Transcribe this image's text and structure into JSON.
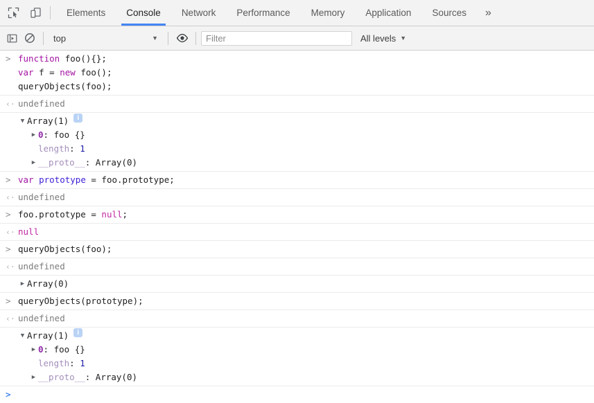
{
  "window": {
    "title": "Chrome DevTools - Console"
  },
  "toolbar_icons": {
    "inspect": "inspect-element-icon",
    "device": "device-toolbar-icon"
  },
  "tabs": [
    {
      "label": "Elements",
      "active": false
    },
    {
      "label": "Console",
      "active": true
    },
    {
      "label": "Network",
      "active": false
    },
    {
      "label": "Performance",
      "active": false
    },
    {
      "label": "Memory",
      "active": false
    },
    {
      "label": "Application",
      "active": false
    },
    {
      "label": "Sources",
      "active": false
    }
  ],
  "tab_overflow_label": "»",
  "console_toolbar": {
    "sidebar_toggle_icon": "console-sidebar-toggle-icon",
    "clear_icon": "clear-console-icon",
    "context_value": "top",
    "context_caret": "▼",
    "eye_icon": "live-expression-eye-icon",
    "filter_placeholder": "Filter",
    "filter_value": "",
    "levels_label": "All levels",
    "levels_caret": "▼"
  },
  "colors": {
    "accent": "#4285f4",
    "toolbar_bg": "#f3f3f3",
    "border": "#cdcdcd",
    "row_divider": "#ebebeb",
    "keyword": "#a314a3",
    "declared": "#3b1fd8",
    "null": "#c026a3",
    "number": "#1a1aa6",
    "property": "#a48fbb",
    "index": "#8f27a8",
    "info_badge": "#b9d3f5",
    "prompt_blue": "#4285f4"
  },
  "glyphs": {
    "input_prompt": ">",
    "output_prompt": "‹·",
    "triangle_expanded": "▼",
    "triangle_collapsed": "▶",
    "info": "i"
  },
  "console": {
    "entries": [
      {
        "type": "input-multiline",
        "lines": [
          [
            {
              "t": "function",
              "c": "kw"
            },
            {
              "t": " foo()",
              "c": "plain"
            },
            {
              "t": "{};",
              "c": "plain"
            }
          ],
          [
            {
              "t": "var",
              "c": "kw"
            },
            {
              "t": " f ",
              "c": "plain"
            },
            {
              "t": "=",
              "c": "plain"
            },
            {
              "t": " ",
              "c": "plain"
            },
            {
              "t": "new",
              "c": "kw"
            },
            {
              "t": " foo();",
              "c": "plain"
            }
          ],
          [
            {
              "t": "queryObjects(foo);",
              "c": "plain"
            }
          ]
        ]
      },
      {
        "type": "output",
        "text": "undefined"
      },
      {
        "type": "object-tree",
        "header": {
          "triangle": "▼",
          "label": "Array(1)",
          "badge": "i"
        },
        "rows": [
          {
            "indent": 1,
            "triangle": "▶",
            "parts": [
              {
                "t": "0",
                "c": "idx"
              },
              {
                "t": ": ",
                "c": "plain"
              },
              {
                "t": "foo {}",
                "c": "plain"
              }
            ]
          },
          {
            "indent": 1,
            "triangle": "",
            "parts": [
              {
                "t": "length",
                "c": "propname"
              },
              {
                "t": ": ",
                "c": "plain"
              },
              {
                "t": "1",
                "c": "num"
              }
            ]
          },
          {
            "indent": 1,
            "triangle": "▶",
            "parts": [
              {
                "t": "__proto__",
                "c": "propname"
              },
              {
                "t": ": ",
                "c": "plain"
              },
              {
                "t": "Array(0)",
                "c": "plain"
              }
            ]
          }
        ]
      },
      {
        "type": "input",
        "parts": [
          {
            "t": "var",
            "c": "kw"
          },
          {
            "t": " ",
            "c": "plain"
          },
          {
            "t": "prototype",
            "c": "kw-blue"
          },
          {
            "t": " = foo.prototype;",
            "c": "plain"
          }
        ]
      },
      {
        "type": "output",
        "text": "undefined"
      },
      {
        "type": "input",
        "parts": [
          {
            "t": "foo.prototype = ",
            "c": "plain"
          },
          {
            "t": "null",
            "c": "nullval"
          },
          {
            "t": ";",
            "c": "plain"
          }
        ]
      },
      {
        "type": "output-value",
        "parts": [
          {
            "t": "null",
            "c": "nullval"
          }
        ]
      },
      {
        "type": "input",
        "parts": [
          {
            "t": "queryObjects(foo);",
            "c": "plain"
          }
        ]
      },
      {
        "type": "output",
        "text": "undefined"
      },
      {
        "type": "object-tree",
        "header": {
          "triangle": "▶",
          "label": "Array(0)",
          "badge": ""
        },
        "rows": []
      },
      {
        "type": "input",
        "parts": [
          {
            "t": "queryObjects(prototype);",
            "c": "plain"
          }
        ]
      },
      {
        "type": "output",
        "text": "undefined"
      },
      {
        "type": "object-tree",
        "header": {
          "triangle": "▼",
          "label": "Array(1)",
          "badge": "i"
        },
        "rows": [
          {
            "indent": 1,
            "triangle": "▶",
            "parts": [
              {
                "t": "0",
                "c": "idx"
              },
              {
                "t": ": ",
                "c": "plain"
              },
              {
                "t": "foo {}",
                "c": "plain"
              }
            ]
          },
          {
            "indent": 1,
            "triangle": "",
            "parts": [
              {
                "t": "length",
                "c": "propname"
              },
              {
                "t": ": ",
                "c": "plain"
              },
              {
                "t": "1",
                "c": "num"
              }
            ]
          },
          {
            "indent": 1,
            "triangle": "▶",
            "parts": [
              {
                "t": "__proto__",
                "c": "propname"
              },
              {
                "t": ": ",
                "c": "plain"
              },
              {
                "t": "Array(0)",
                "c": "plain"
              }
            ]
          }
        ]
      }
    ],
    "prompt": {
      "glyph": ">",
      "value": ""
    }
  }
}
